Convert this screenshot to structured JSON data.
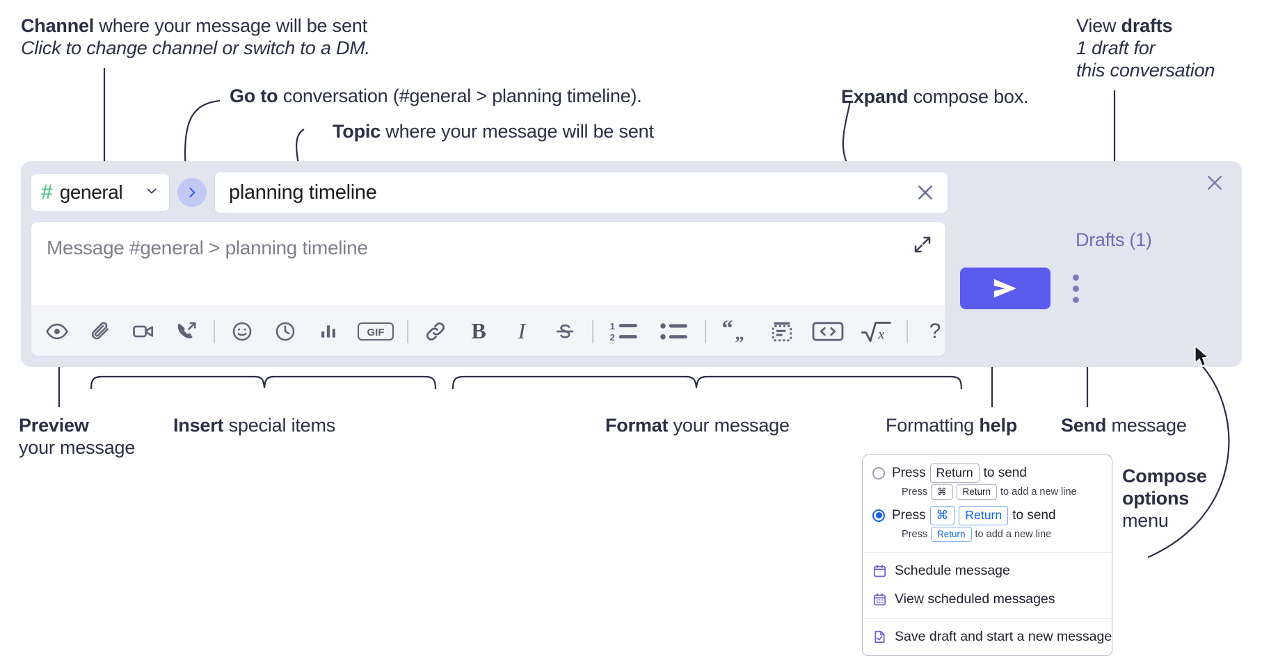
{
  "annotations": {
    "channel": {
      "bold": "Channel",
      "rest": " where your message will be sent",
      "italic": "Click to change channel or switch to a DM."
    },
    "goto": {
      "bold": "Go to",
      "rest": " conversation (#general > planning timeline)."
    },
    "topic": {
      "bold": "Topic",
      "rest": " where your message will be sent"
    },
    "expand": {
      "bold": "Expand",
      "rest": " compose box."
    },
    "drafts": {
      "lead": "View ",
      "bold": "drafts",
      "italic1": "1 draft for",
      "italic2": "this conversation"
    },
    "preview": {
      "bold": "Preview",
      "line2": "your message"
    },
    "insert": {
      "bold": "Insert",
      "rest": " special items"
    },
    "format": {
      "bold": "Format",
      "rest": " your message"
    },
    "formatting_help": {
      "lead": "Formatting ",
      "bold": "help"
    },
    "send": {
      "bold": "Send",
      "rest": " message"
    },
    "compose_options": {
      "bold1": "Compose",
      "bold2": "options",
      "rest": "menu"
    }
  },
  "compose": {
    "channel_name": "general",
    "hash_icon": "hash-icon",
    "chevron_icon": "chevron-down-icon",
    "goto_icon": "chevron-right-icon",
    "topic_value": "planning timeline",
    "topic_clear_icon": "close-icon",
    "message_placeholder": "Message #general > planning timeline",
    "expand_icon": "expand-icon",
    "panel_close_icon": "close-icon",
    "drafts_label": "Drafts (1)",
    "send_icon": "send-icon",
    "kebab_icon": "more-vertical-icon",
    "accent_color": "#5b5bed",
    "panel_color": "#e2e4f0",
    "hash_color": "#5fc88f",
    "drafts_color": "#6f6fb3"
  },
  "toolbar": {
    "items": [
      {
        "name": "preview-icon",
        "label": "Preview"
      },
      {
        "name": "attachment-icon",
        "label": "Attach file"
      },
      {
        "name": "video-icon",
        "label": "Record video clip"
      },
      {
        "name": "audio-call-icon",
        "label": "Record audio clip"
      },
      {
        "name": "emoji-icon",
        "label": "Emoji"
      },
      {
        "name": "clock-icon",
        "label": "Reminder"
      },
      {
        "name": "poll-icon",
        "label": "Poll"
      },
      {
        "name": "gif-icon",
        "label": "GIF"
      },
      {
        "name": "link-icon",
        "label": "Link"
      },
      {
        "name": "bold-icon",
        "label": "Bold"
      },
      {
        "name": "italic-icon",
        "label": "Italic"
      },
      {
        "name": "strikethrough-icon",
        "label": "Strikethrough"
      },
      {
        "name": "ordered-list-icon",
        "label": "Ordered list"
      },
      {
        "name": "bulleted-list-icon",
        "label": "Bulleted list"
      },
      {
        "name": "blockquote-icon",
        "label": "Blockquote"
      },
      {
        "name": "code-block-icon",
        "label": "Code block"
      },
      {
        "name": "inline-code-icon",
        "label": "Code"
      },
      {
        "name": "math-icon",
        "label": "Math"
      },
      {
        "name": "help-icon",
        "label": "Formatting help"
      }
    ],
    "gif_text": "GIF",
    "bold_text": "B",
    "italic_text": "I",
    "strike_text": "S",
    "help_text": "?"
  },
  "options_menu": {
    "radio_options": [
      {
        "selected": false,
        "main_pre": "Press",
        "main_key": "Return",
        "main_post": "to send",
        "sub_pre": "Press",
        "sub_key1": "⌘",
        "sub_key2": "Return",
        "sub_post": "to add a new line"
      },
      {
        "selected": true,
        "main_pre": "Press",
        "main_key1": "⌘",
        "main_key2": "Return",
        "main_post": "to send",
        "sub_pre": "Press",
        "sub_key": "Return",
        "sub_post": "to add a new line"
      }
    ],
    "items": [
      {
        "icon": "calendar-icon",
        "label": "Schedule message"
      },
      {
        "icon": "calendar-grid-icon",
        "label": "View scheduled messages"
      },
      {
        "icon": "save-draft-icon",
        "label": "Save draft and start a new message"
      }
    ]
  }
}
